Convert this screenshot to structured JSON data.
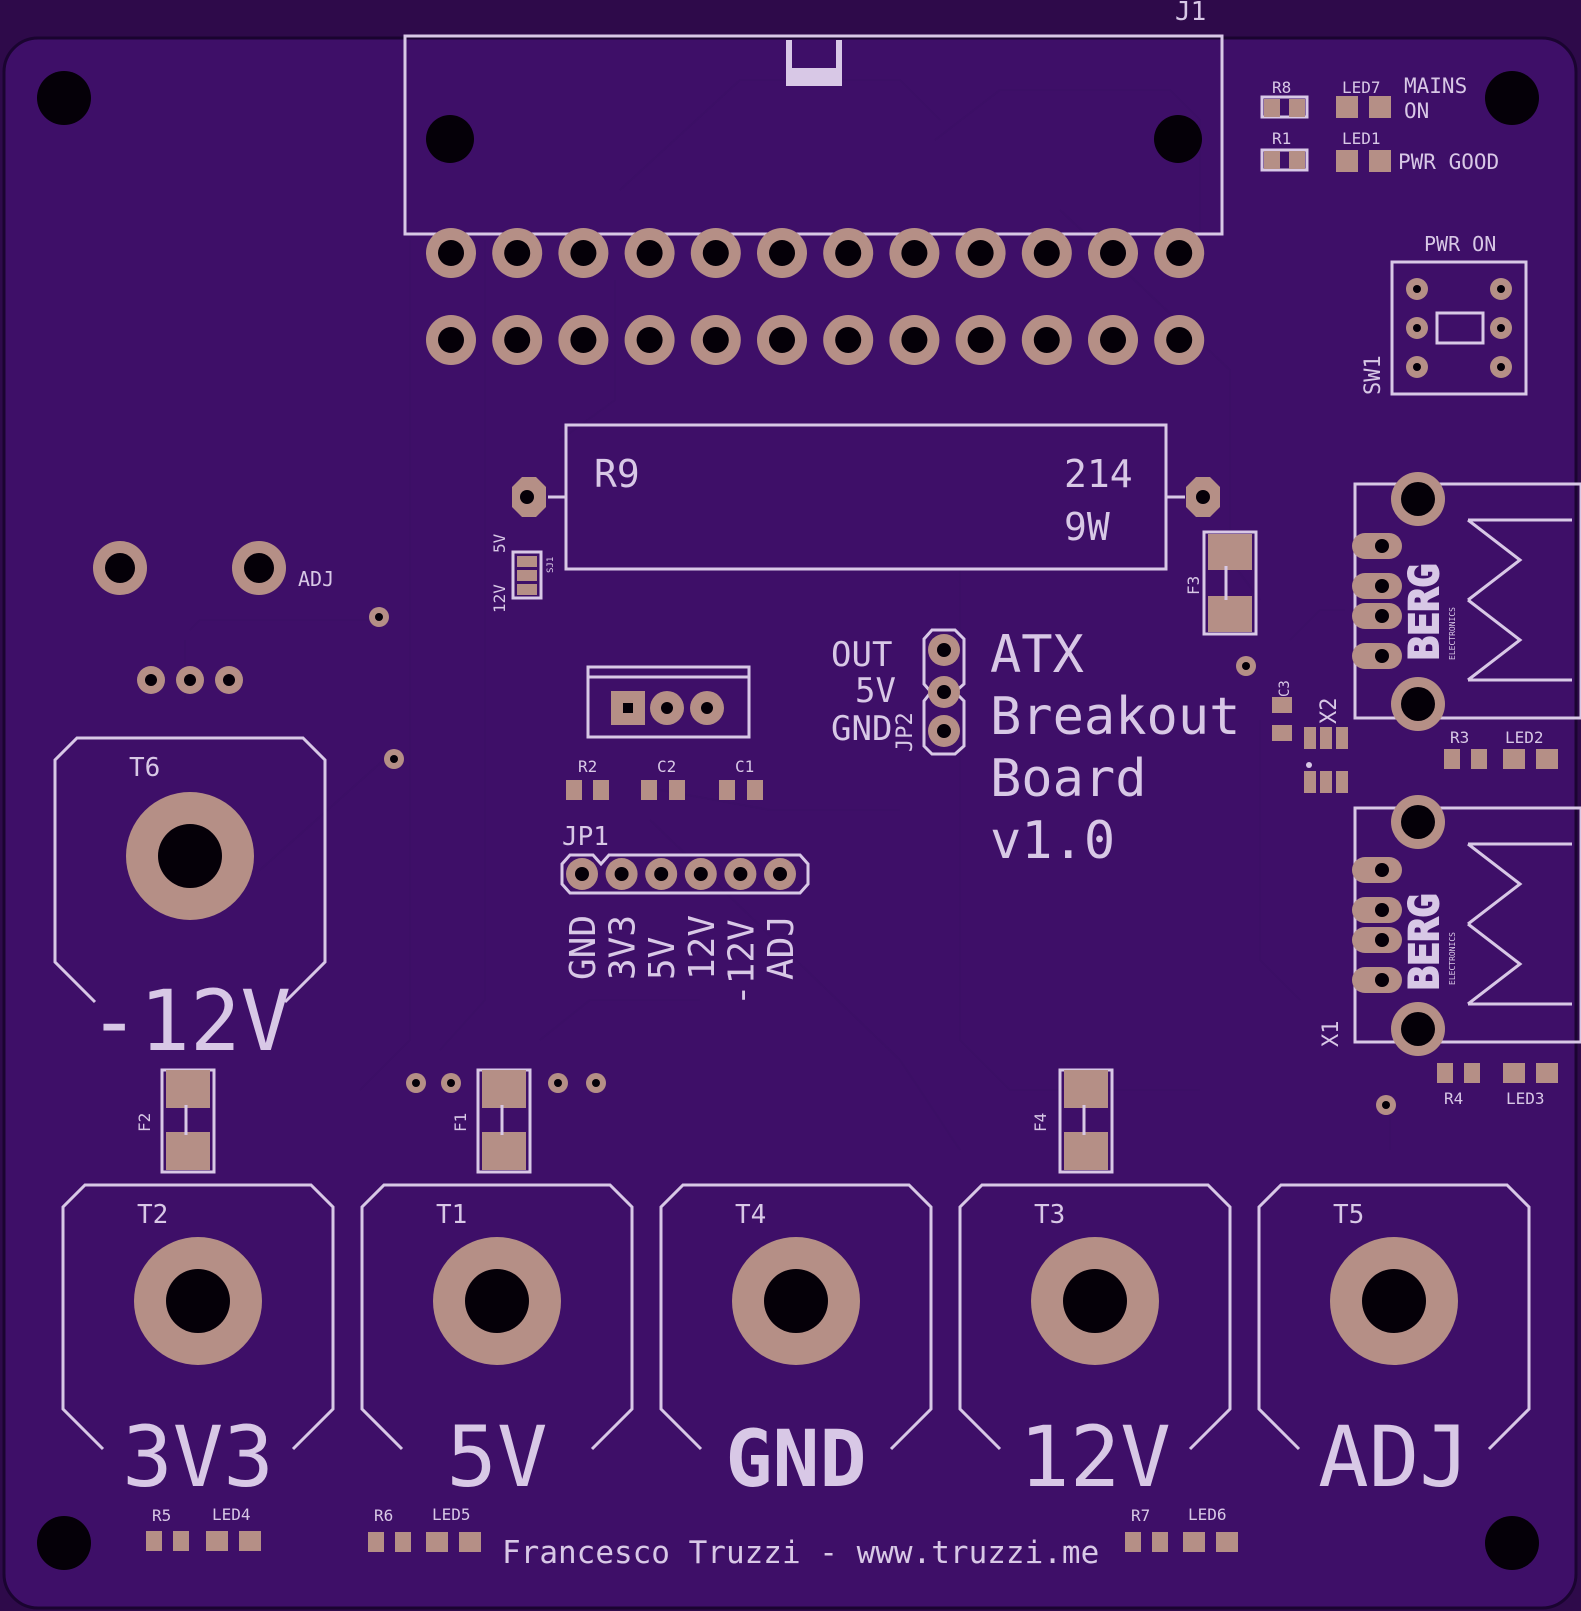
{
  "board": {
    "title_line1": "ATX",
    "title_line2": "Breakout",
    "title_line3": "Board",
    "version": "v1.0",
    "credit": "Francesco Truzzi - www.truzzi.me"
  },
  "connectors": {
    "j1": "J1",
    "jp1": "JP1",
    "jp1_pins": [
      "GND",
      "3V3",
      "5V",
      "12V",
      "-12V",
      "ADJ"
    ],
    "jp2": "JP2",
    "jp2_labels": [
      "OUT",
      "5V",
      "GND"
    ],
    "x1": "X1",
    "x2": "X2",
    "usb_brand": "BERG",
    "usb_sub": "ELECTRONICS"
  },
  "terminals": [
    {
      "ref": "T6",
      "label": "-12V"
    },
    {
      "ref": "T2",
      "label": "3V3"
    },
    {
      "ref": "T1",
      "label": "5V"
    },
    {
      "ref": "T4",
      "label": "GND"
    },
    {
      "ref": "T3",
      "label": "12V"
    },
    {
      "ref": "T5",
      "label": "ADJ"
    }
  ],
  "resistor_r9": {
    "ref": "R9",
    "value_a": "214",
    "value_b": "9W"
  },
  "switch": {
    "ref": "SW1",
    "label": "PWR ON"
  },
  "status_leds": {
    "r8": "R8",
    "led7": "LED7",
    "mains_1": "MAINS",
    "mains_2": "ON",
    "r1": "R1",
    "led1": "LED1",
    "pwr_good": "PWR GOOD"
  },
  "jumper_sj1": {
    "ref": "SJ1",
    "opt_a": "5V",
    "opt_b": "12V"
  },
  "adj_label": "ADJ",
  "parts": {
    "r2": "R2",
    "c2": "C2",
    "c1": "C1",
    "c3": "C3",
    "r3": "R3",
    "led2": "LED2",
    "r4": "R4",
    "led3": "LED3",
    "f1": "F1",
    "f2": "F2",
    "f3": "F3",
    "f4": "F4",
    "r5": "R5",
    "led4": "LED4",
    "r6": "R6",
    "led5": "LED5",
    "r7": "R7",
    "led6": "LED6"
  },
  "colors": {
    "board": "#3e0f68",
    "silkscreen": "#d8c8e6",
    "copper_pad": "#b58f86",
    "drill": "#050008"
  }
}
